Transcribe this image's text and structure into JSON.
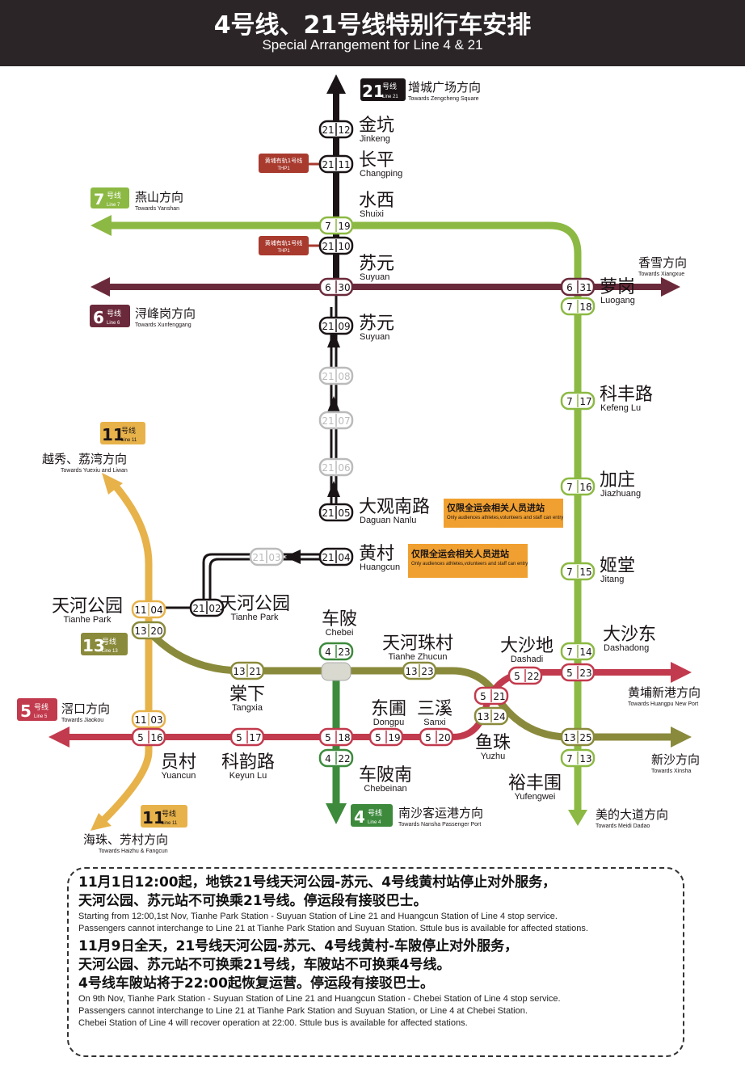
{
  "header": {
    "title_cn": "4号线、21号线特别行车安排",
    "title_en": "Special Arrangement for Line 4 & 21"
  },
  "colors": {
    "line21": "#1a1416",
    "line7": "#8cb943",
    "line6": "#6b2a3b",
    "line4": "#3d8a3c",
    "line5": "#c23a4d",
    "line13": "#8a8a3c",
    "line11": "#e7b24a",
    "thp1": "#a83a2e",
    "notice": "#f0a030"
  },
  "lines": {
    "l21": {
      "num": "21",
      "label": "号线",
      "en": "Line 21"
    },
    "l7": {
      "num": "7",
      "label": "号线",
      "en": "Line 7"
    },
    "l6": {
      "num": "6",
      "label": "号线",
      "en": "Line 6"
    },
    "l11": {
      "num": "11",
      "label": "号线",
      "en": "Line 11"
    },
    "l13": {
      "num": "13",
      "label": "号线",
      "en": "Line 13"
    },
    "l5": {
      "num": "5",
      "label": "号线",
      "en": "Line 5"
    },
    "l4": {
      "num": "4",
      "label": "号线",
      "en": "Line 4"
    },
    "thp1_cn": "黄埔有轨1号线",
    "thp1_en": "THP1"
  },
  "directions": {
    "zengcheng": {
      "cn": "增城广场方向",
      "en": "Towards Zengcheng Square"
    },
    "yanshan": {
      "cn": "燕山方向",
      "en": "Towards Yanshan"
    },
    "xiangxue": {
      "cn": "香雪方向",
      "en": "Towards Xiangxue"
    },
    "xunfenggang": {
      "cn": "浔峰岗方向",
      "en": "Towards Xunfenggang"
    },
    "yuexiu": {
      "cn": "越秀、荔湾方向",
      "en": "Towards Yuexiu and Liwan"
    },
    "jiaokou": {
      "cn": "滘口方向",
      "en": "Towards Jiaokou"
    },
    "huangpu": {
      "cn": "黄埔新港方向",
      "en": "Towards Huangpu New Port"
    },
    "xinsha": {
      "cn": "新沙方向",
      "en": "Towards Xinsha"
    },
    "nansha": {
      "cn": "南沙客运港方向",
      "en": "Towards Nansha Passenger Port"
    },
    "meidi": {
      "cn": "美的大道方向",
      "en": "Towards Meidi Dadao"
    },
    "haizhu": {
      "cn": "海珠、芳村方向",
      "en": "Towards Haizhu & Fangcun"
    }
  },
  "stations": {
    "jinkeng": {
      "cn": "金坑",
      "en": "Jinkeng"
    },
    "changping": {
      "cn": "长平",
      "en": "Changping"
    },
    "shuixi": {
      "cn": "水西",
      "en": "Shuixi"
    },
    "suyuan1": {
      "cn": "苏元",
      "en": "Suyuan"
    },
    "suyuan2": {
      "cn": "苏元",
      "en": "Suyuan"
    },
    "luogang": {
      "cn": "萝岗",
      "en": "Luogang"
    },
    "kefenglu": {
      "cn": "科丰路",
      "en": "Kefeng Lu"
    },
    "jiazhuang": {
      "cn": "加庄",
      "en": "Jiazhuang"
    },
    "jitang": {
      "cn": "姬堂",
      "en": "Jitang"
    },
    "dashadong": {
      "cn": "大沙东",
      "en": "Dashadong"
    },
    "daguannanlu": {
      "cn": "大观南路",
      "en": "Daguan Nanlu"
    },
    "huangcun": {
      "cn": "黄村",
      "en": "Huangcun"
    },
    "tianhepark1": {
      "cn": "天河公园",
      "en": "Tianhe Park"
    },
    "tianhepark2": {
      "cn": "天河公园",
      "en": "Tianhe Park"
    },
    "chebei": {
      "cn": "车陂",
      "en": "Chebei"
    },
    "tianhezhucun": {
      "cn": "天河珠村",
      "en": "Tianhe Zhucun"
    },
    "dashadi": {
      "cn": "大沙地",
      "en": "Dashadi"
    },
    "tangxia": {
      "cn": "棠下",
      "en": "Tangxia"
    },
    "dongpu": {
      "cn": "东圃",
      "en": "Dongpu"
    },
    "sanxi": {
      "cn": "三溪",
      "en": "Sanxi"
    },
    "yuzhu": {
      "cn": "鱼珠",
      "en": "Yuzhu"
    },
    "yuancun": {
      "cn": "员村",
      "en": "Yuancun"
    },
    "keyunlu": {
      "cn": "科韵路",
      "en": "Keyun Lu"
    },
    "chebeinan": {
      "cn": "车陂南",
      "en": "Chebeinan"
    },
    "yufengwei": {
      "cn": "裕丰围",
      "en": "Yufengwei"
    }
  },
  "codes": {
    "c2112": [
      "21",
      "12"
    ],
    "c2111": [
      "21",
      "11"
    ],
    "c719": [
      "7",
      "19"
    ],
    "c2110": [
      "21",
      "10"
    ],
    "c630": [
      "6",
      "30"
    ],
    "c2109": [
      "21",
      "09"
    ],
    "c2108": [
      "21",
      "08"
    ],
    "c2107": [
      "21",
      "07"
    ],
    "c2106": [
      "21",
      "06"
    ],
    "c2105": [
      "21",
      "05"
    ],
    "c2104": [
      "21",
      "04"
    ],
    "c2103": [
      "21",
      "03"
    ],
    "c2102": [
      "21",
      "02"
    ],
    "c631": [
      "6",
      "31"
    ],
    "c718": [
      "7",
      "18"
    ],
    "c717": [
      "7",
      "17"
    ],
    "c716": [
      "7",
      "16"
    ],
    "c715": [
      "7",
      "15"
    ],
    "c714": [
      "7",
      "14"
    ],
    "c523": [
      "5",
      "23"
    ],
    "c522": [
      "5",
      "22"
    ],
    "c1104": [
      "11",
      "04"
    ],
    "c1320": [
      "13",
      "20"
    ],
    "c1321": [
      "13",
      "21"
    ],
    "c423": [
      "4",
      "23"
    ],
    "c1323": [
      "13",
      "23"
    ],
    "c521": [
      "5",
      "21"
    ],
    "c1324": [
      "13",
      "24"
    ],
    "c1325": [
      "13",
      "25"
    ],
    "c713": [
      "7",
      "13"
    ],
    "c1103": [
      "11",
      "03"
    ],
    "c516": [
      "5",
      "16"
    ],
    "c517": [
      "5",
      "17"
    ],
    "c518": [
      "5",
      "18"
    ],
    "c519": [
      "5",
      "19"
    ],
    "c520": [
      "5",
      "20"
    ],
    "c422": [
      "4",
      "22"
    ]
  },
  "notices": {
    "daguan_cn": "仅限全运会相关人员进站",
    "daguan_en": "Only audiences athletes,volunteers and staff can entry",
    "huangcun_cn": "仅限全运会相关人员进站",
    "huangcun_en": "Only audiences athletes,volunteers and staff can entry"
  },
  "notes": {
    "p1_cn_1": "11月1日12:00起，地铁21号线天河公园-苏元、4号线黄村站停止对外服务，",
    "p1_cn_2": "天河公园、苏元站不可换乘21号线。停运段有接驳巴士。",
    "p1_en_1": "Starting from 12:00,1st Nov, Tianhe Park Station - Suyuan Station of Line 21 and Huangcun Station of Line 4 stop service.",
    "p1_en_2": "Passengers cannot interchange to Line 21 at Tianhe Park Station and Suyuan Station. Sttule bus is available for affected stations.",
    "p2_cn_1": "11月9日全天，21号线天河公园-苏元、4号线黄村-车陂停止对外服务，",
    "p2_cn_2": "天河公园、苏元站不可换乘21号线，车陂站不可换乘4号线。",
    "p2_cn_3": "4号线车陂站将于22:00起恢复运营。停运段有接驳巴士。",
    "p2_en_1": "On 9th Nov, Tianhe Park Station - Suyuan Station of Line 21 and Huangcun Station - Chebei Station of Line 4 stop service.",
    "p2_en_2": "Passengers cannot interchange to Line 21 at Tianhe Park Station and Suyuan Station, or Line 4 at Chebei Station.",
    "p2_en_3": "Chebei Station of Line 4 will recover operation at 22:00. Sttule bus is available for affected stations."
  }
}
